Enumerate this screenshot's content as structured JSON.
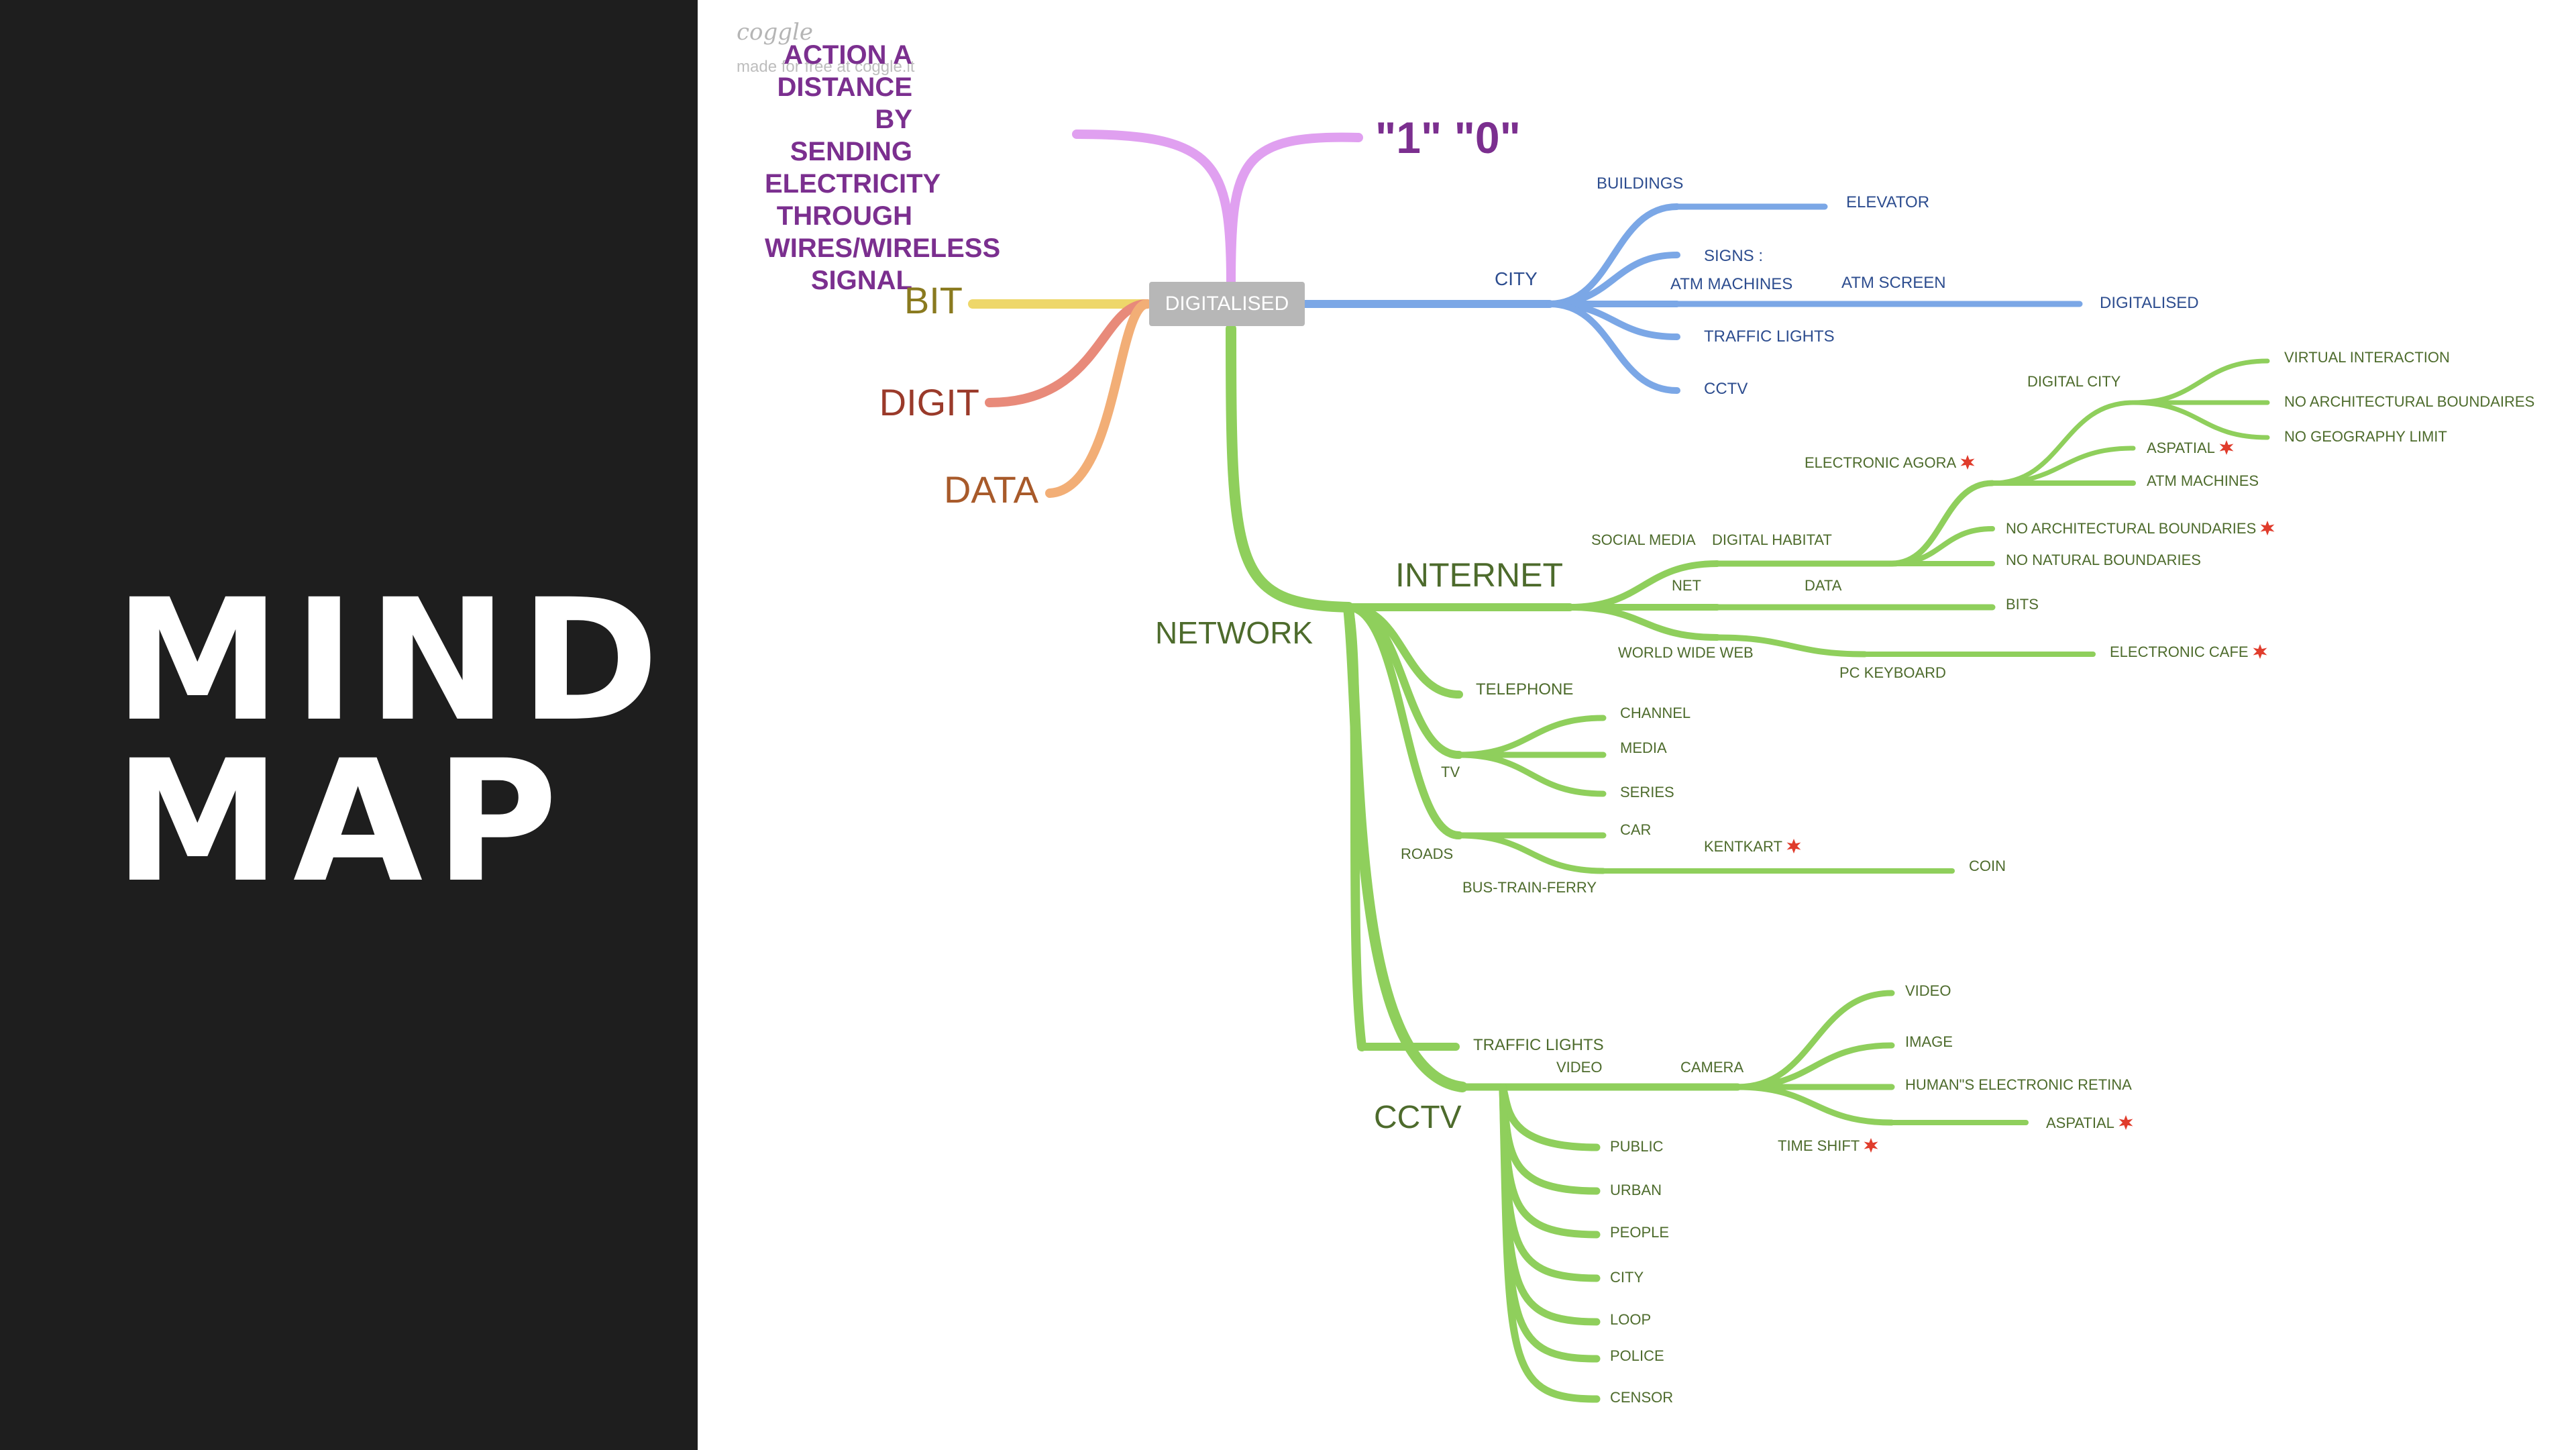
{
  "title": {
    "line1": "MIND",
    "line2": "MAP"
  },
  "coggle": {
    "logo": "coggle",
    "made_with": "made for free at coggle.it"
  },
  "colors": {
    "panel_bg": "#1e1e1e",
    "root_bg": "#b7b7b7",
    "green": "#8fcf5c",
    "blue": "#7ba7e6",
    "purple": "#e0a0f0",
    "bit": "#eed76a",
    "digit": "#e88a7a",
    "data": "#f2ae76",
    "green_text": "#4d6b2c",
    "blue_text": "#2d4d8f",
    "purple_text": "#7b2f8f",
    "star": "#e03c2c"
  },
  "root": {
    "label": "DIGITALISED"
  },
  "top_branch": {
    "label": "\"1\" \"0\"",
    "note": "ACTION A DISTANCE BY SENDING ELECTRICITY THROUGH WIRES/WIRELESS SIGNAL"
  },
  "left_branches": [
    "BIT",
    "DIGIT",
    "DATA"
  ],
  "city_branch": {
    "label": "CITY",
    "buildings": "BUILDINGS",
    "elevator": "ELEVATOR",
    "signs": "SIGNS :",
    "atm_machines": "ATM MACHINES",
    "atm_screen": "ATM SCREEN",
    "digitalised": "DIGITALISED",
    "traffic_lights": "TRAFFIC LIGHTS",
    "cctv": "CCTV"
  },
  "network": {
    "label": "NETWORK",
    "internet": {
      "label": "INTERNET",
      "social_media": "SOCIAL MEDIA",
      "digital_habitat": "DIGITAL HABITAT",
      "digital_city": "DIGITAL CITY",
      "virtual_interaction": "VIRTUAL INTERACTION",
      "no_arch_1": "NO ARCHITECTURAL BOUNDAIRES",
      "no_geography": "NO GEOGRAPHY LIMIT",
      "electronic_agora": "ELECTRONIC AGORA",
      "aspatial": "ASPATIAL",
      "atm_machines": "ATM MACHINES",
      "no_arch_2": "NO ARCHITECTURAL BOUNDARIES",
      "no_natural": "NO NATURAL BOUNDARIES",
      "net": "NET",
      "data": "DATA",
      "bits": "BITS",
      "www": "WORLD WIDE WEB",
      "pc_keyboard": "PC KEYBOARD",
      "electronic_cafe": "ELECTRONIC CAFE"
    },
    "telephone": "TELEPHONE",
    "tv": {
      "label": "TV",
      "channel": "CHANNEL",
      "media": "MEDIA",
      "series": "SERIES"
    },
    "roads": {
      "label": "ROADS",
      "car": "CAR",
      "bus": "BUS-TRAIN-FERRY",
      "kentkart": "KENTKART",
      "coin": "COIN"
    },
    "cctv": {
      "label": "CCTV",
      "traffic_lights": "TRAFFIC LIGHTS",
      "video": "VIDEO",
      "camera": "CAMERA",
      "cam_video": "VIDEO",
      "image": "IMAGE",
      "retina": "HUMAN\"S ELECTRONIC RETINA",
      "aspatial": "ASPATIAL",
      "time_shift": "TIME SHIFT",
      "items": [
        "PUBLIC",
        "URBAN",
        "PEOPLE",
        "CITY",
        "LOOP",
        "POLICE",
        "CENSOR"
      ]
    }
  }
}
